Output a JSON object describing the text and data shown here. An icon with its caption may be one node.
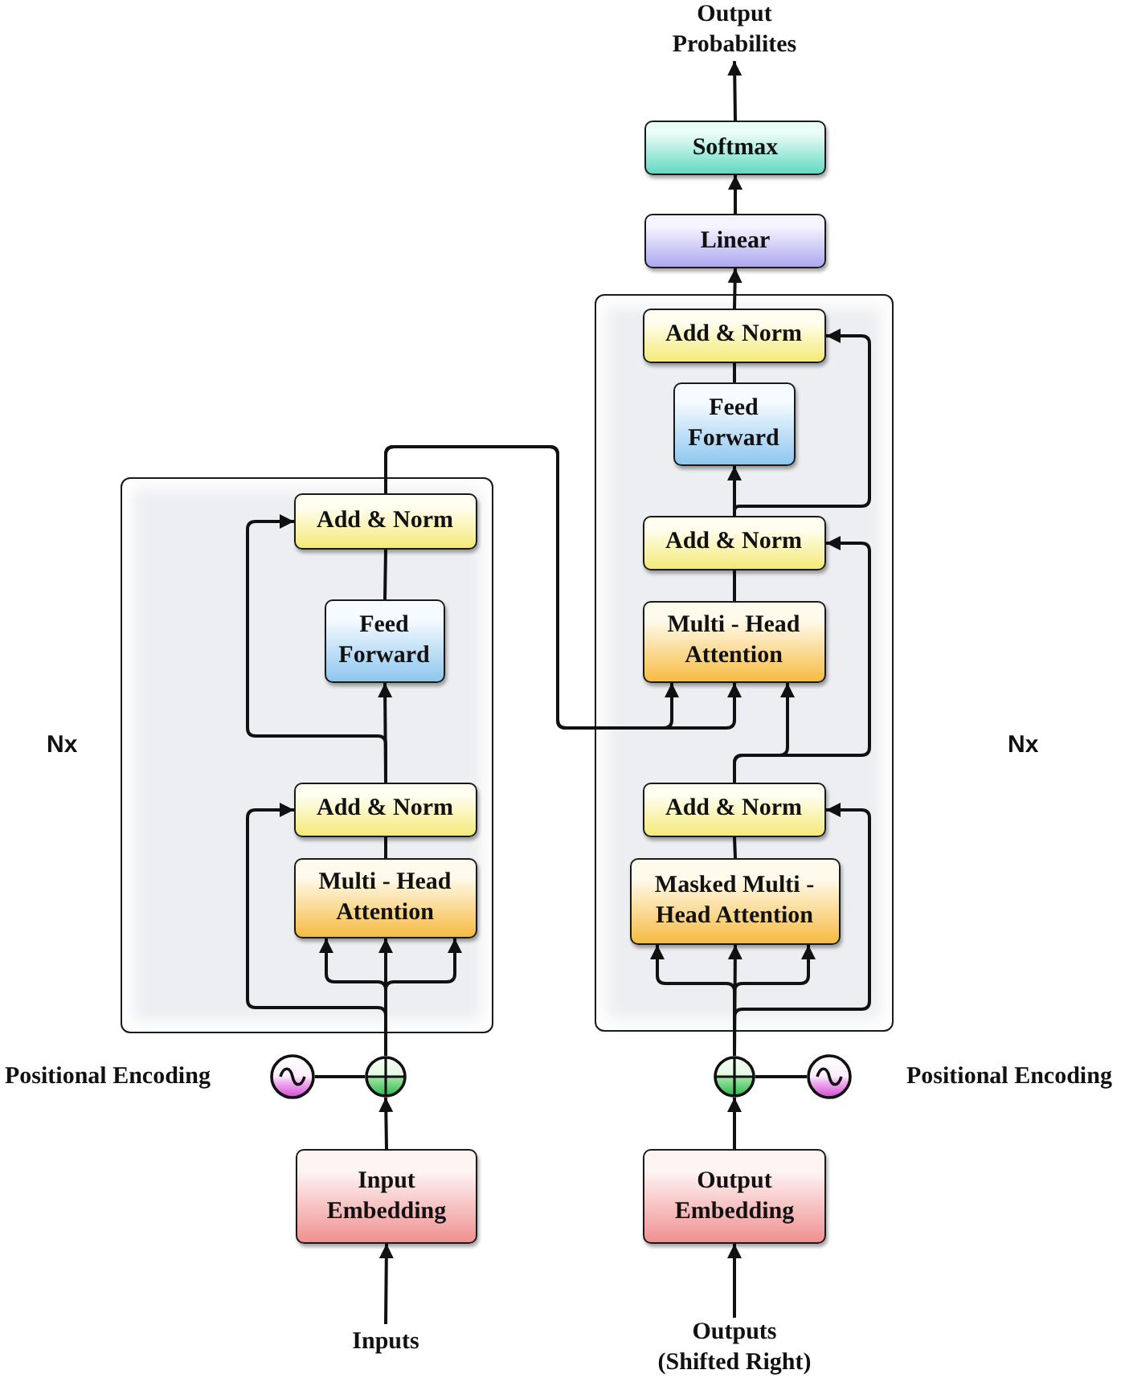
{
  "diagram": {
    "nodes": [
      {
        "text": [
          "Output Probabilites"
        ]
      },
      {
        "text": [
          "Softmax"
        ]
      },
      {
        "text": [
          "Linear"
        ]
      },
      {
        "text": [],
        "shape": "box"
      },
      {
        "text": [
          "Add & Norm"
        ],
        "in": 3
      },
      {
        "text": [
          "Feed Forward"
        ],
        "in": 3
      },
      {
        "text": [
          "Add & Norm"
        ],
        "in": 3
      },
      {
        "text": [
          "Multi - Head Attention"
        ],
        "in": 3
      },
      {
        "text": [
          "Add & Norm"
        ],
        "in": 3
      },
      {
        "text": [
          "Masked Multi - Head Attention"
        ],
        "in": 3
      },
      {
        "text": [],
        "shape": "box"
      },
      {
        "text": [
          "Add & Norm"
        ],
        "in": 10
      },
      {
        "text": [
          "Feed Forward"
        ],
        "in": 10
      },
      {
        "text": [
          "Add & Norm"
        ],
        "in": 10
      },
      {
        "text": [
          "Multi - Head Attention"
        ],
        "in": 10
      },
      {
        "text": [],
        "shape": "circle",
        "beside": [
          "Positional Encoding"
        ]
      },
      {
        "text": [],
        "shape": "circle"
      },
      {
        "text": [],
        "shape": "circle"
      },
      {
        "text": [],
        "shape": "circle",
        "beside": [
          "Positional Encoding"
        ]
      },
      {
        "text": [
          "Input Embedding"
        ]
      },
      {
        "text": [
          "Output Embedding"
        ]
      },
      {
        "text": [
          "Inputs"
        ]
      },
      {
        "text": [
          "Outputs (Shifted Right)"
        ]
      }
    ],
    "edges": [
      {
        "from": 21,
        "to": 19,
        "arrow": "to"
      },
      {
        "from": 19,
        "to": 16,
        "arrow": "to"
      },
      {
        "from": 15,
        "to": 16,
        "arrow": "none"
      },
      {
        "from": 16,
        "to": 14,
        "arrow": "to"
      },
      {
        "from": 16,
        "to": 14,
        "arrow": "to"
      },
      {
        "from": 16,
        "to": 14,
        "arrow": "to"
      },
      {
        "from": 16,
        "to": 13,
        "arrow": "to"
      },
      {
        "from": 14,
        "to": 13,
        "arrow": "none"
      },
      {
        "from": 13,
        "to": 12,
        "arrow": "to"
      },
      {
        "from": 13,
        "to": 11,
        "arrow": "to"
      },
      {
        "from": 12,
        "to": 11,
        "arrow": "none"
      },
      {
        "from": 11,
        "to": 7,
        "arrow": "to"
      },
      {
        "from": 11,
        "to": 7,
        "arrow": "to"
      },
      {
        "from": 22,
        "to": 20,
        "arrow": "to"
      },
      {
        "from": 20,
        "to": 17,
        "arrow": "to"
      },
      {
        "from": 18,
        "to": 17,
        "arrow": "none"
      },
      {
        "from": 17,
        "to": 9,
        "arrow": "to"
      },
      {
        "from": 17,
        "to": 9,
        "arrow": "to"
      },
      {
        "from": 17,
        "to": 9,
        "arrow": "to"
      },
      {
        "from": 17,
        "to": 8,
        "arrow": "to"
      },
      {
        "from": 9,
        "to": 8,
        "arrow": "none"
      },
      {
        "from": 8,
        "to": 7,
        "arrow": "to"
      },
      {
        "from": 8,
        "to": 6,
        "arrow": "to"
      },
      {
        "from": 7,
        "to": 6,
        "arrow": "none"
      },
      {
        "from": 6,
        "to": 5,
        "arrow": "to"
      },
      {
        "from": 6,
        "to": 4,
        "arrow": "to"
      },
      {
        "from": 5,
        "to": 4,
        "arrow": "none"
      },
      {
        "from": 4,
        "to": 2,
        "arrow": "to"
      },
      {
        "from": 2,
        "to": 1,
        "arrow": "to"
      },
      {
        "from": 1,
        "to": 0,
        "arrow": "to"
      }
    ],
    "labels": [
      "Nx",
      "Nx"
    ]
  }
}
